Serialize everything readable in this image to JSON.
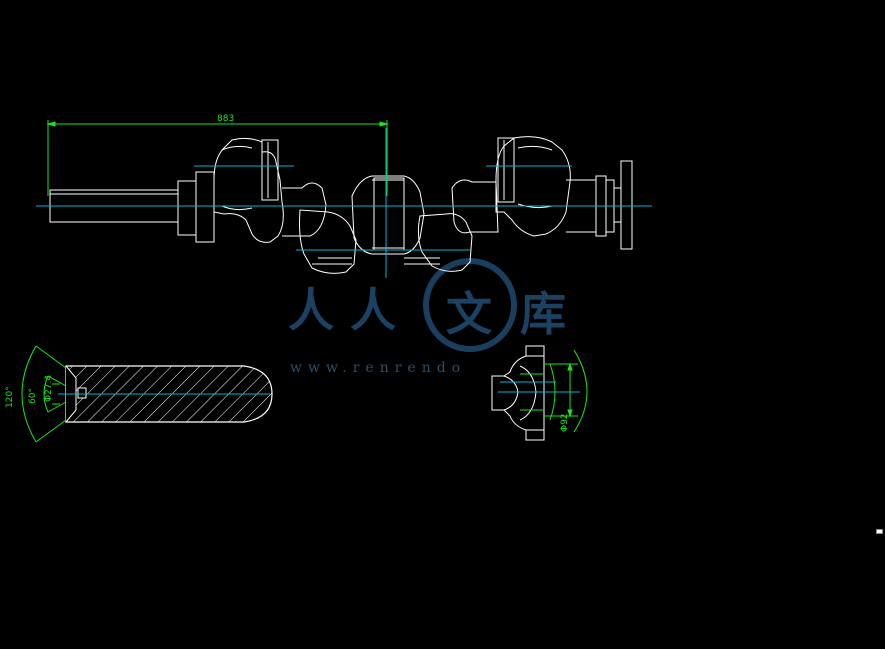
{
  "drawing": {
    "background": "#000000",
    "colors": {
      "outline": "#ffffff",
      "centerline": "#00b4d8",
      "dimension": "#19e619",
      "watermark": "#1e4a6e"
    },
    "dimensions": {
      "overall_length": "883",
      "chamfer_angle": "120°",
      "chamfer_inner_angle": "60°",
      "small_dim_a": "Φ27.4",
      "right_diameter": "Φ92"
    }
  },
  "watermark": {
    "chars": [
      "人",
      "人",
      "文",
      "库"
    ],
    "url": "www.renrendo"
  }
}
